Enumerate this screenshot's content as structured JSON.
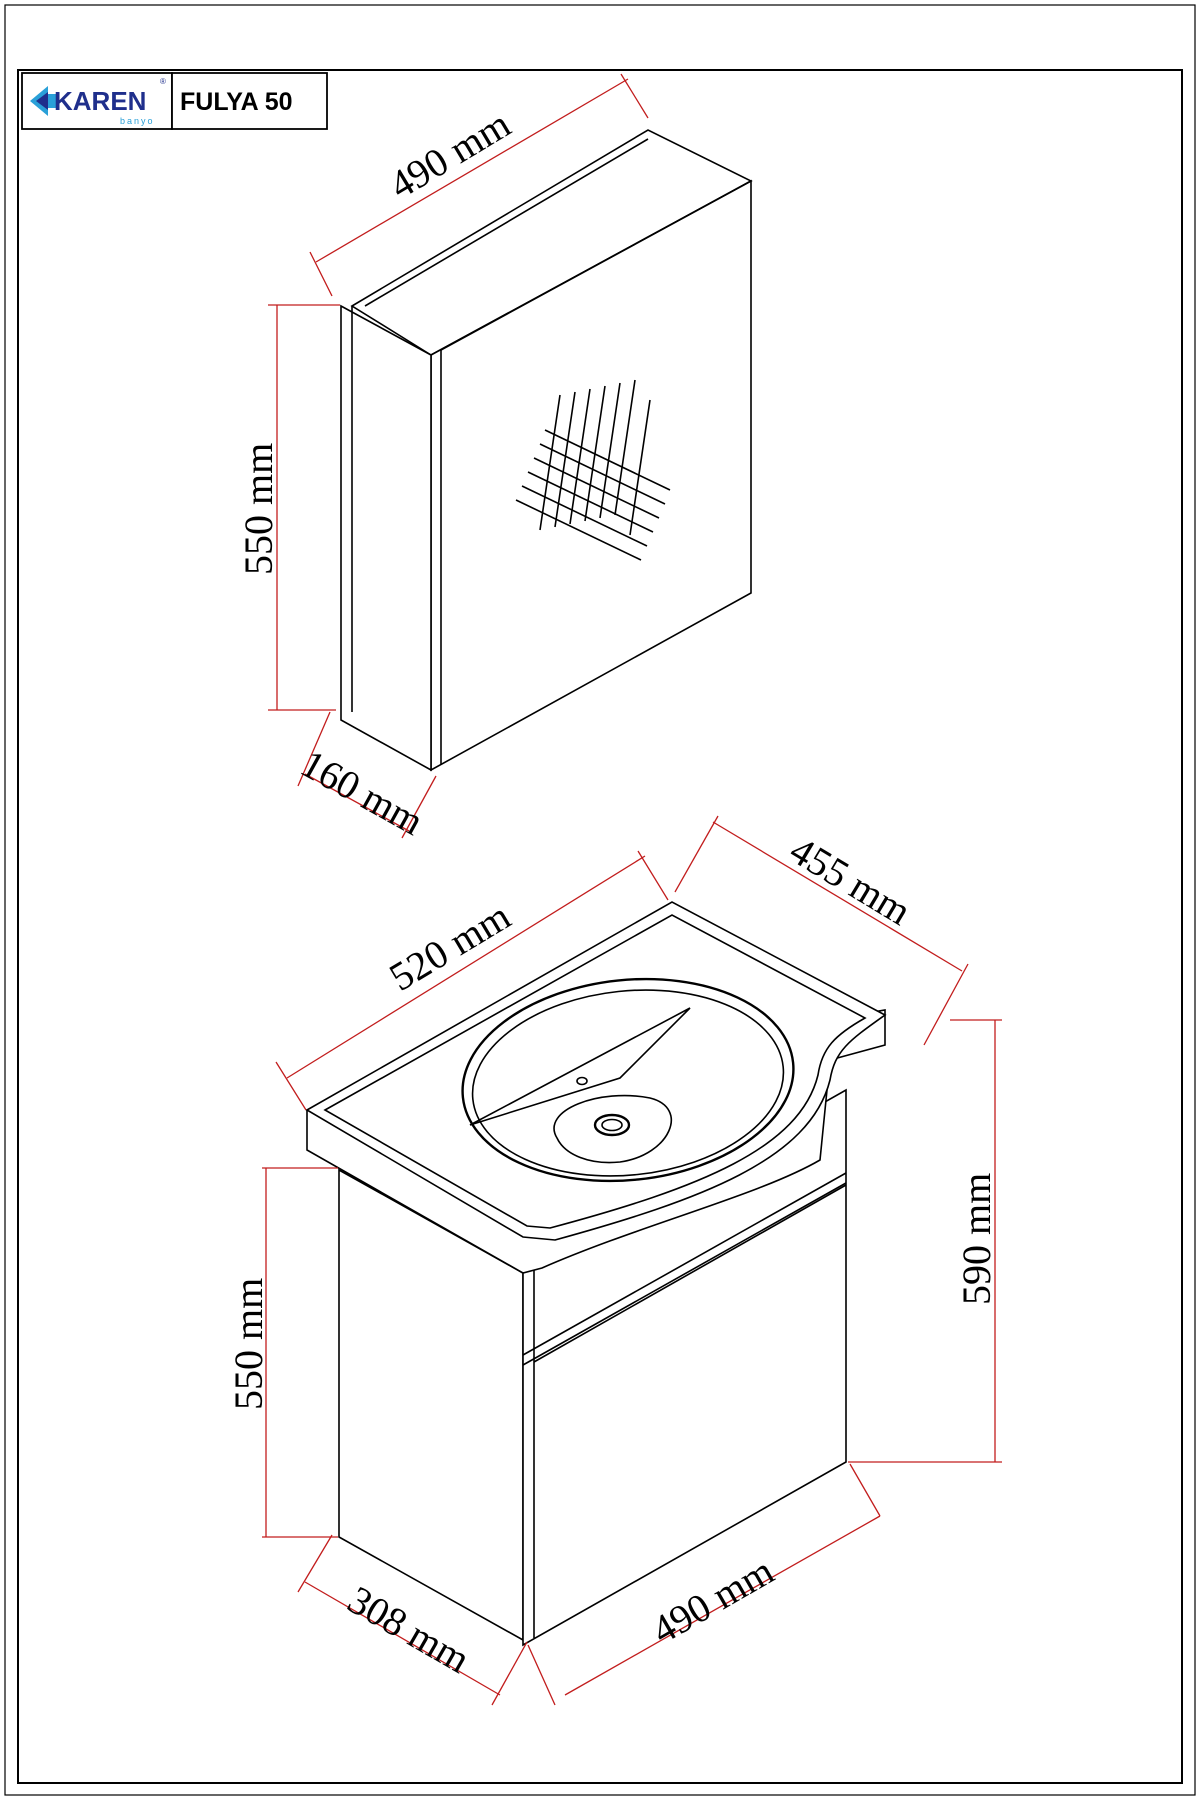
{
  "title_block": {
    "brand": "KAREN",
    "brand_sub": "banyo",
    "registered": "®",
    "model": "FULYA 50"
  },
  "colors": {
    "outline": "#000000",
    "dimension": "#c21d1d",
    "brand": "#1f2f8c",
    "brand_accent": "#2aa0d8"
  },
  "mirror_cabinet": {
    "width": "490 mm",
    "height": "550 mm",
    "depth": "160 mm"
  },
  "vanity": {
    "top_width": "520 mm",
    "top_depth": "455 mm",
    "total_height": "590 mm",
    "body_height": "550 mm",
    "body_depth": "308 mm",
    "body_width": "490 mm"
  }
}
